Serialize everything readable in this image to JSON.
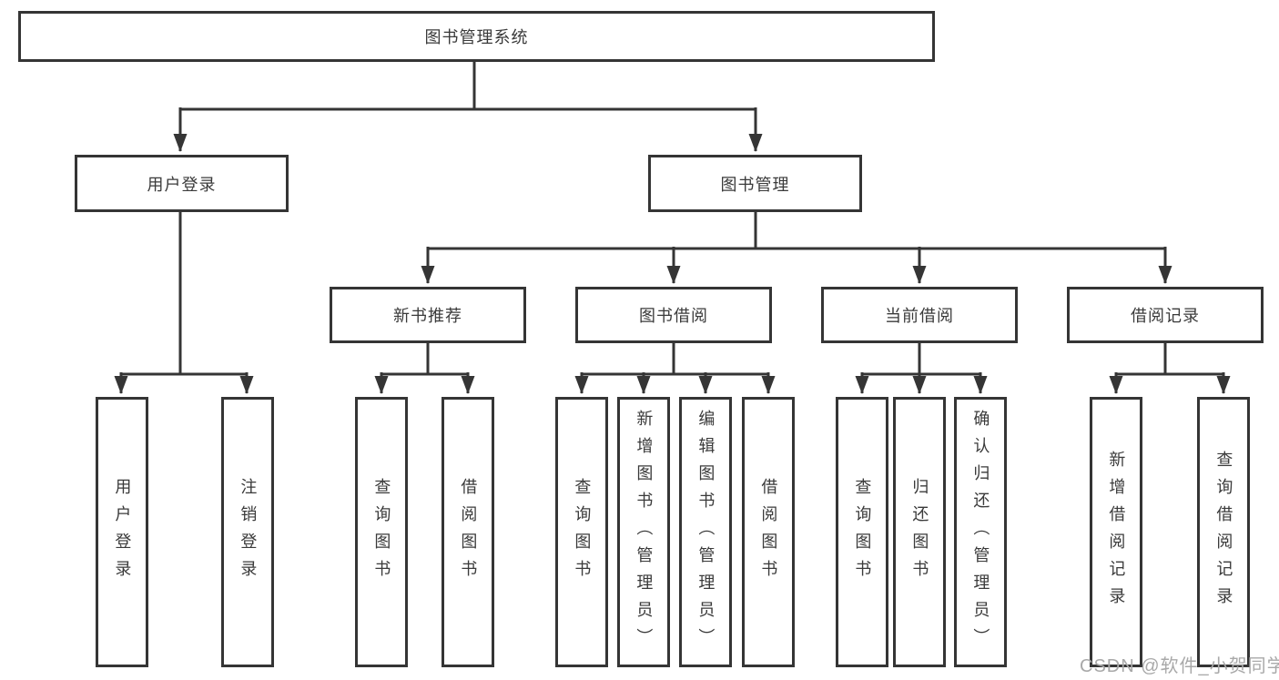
{
  "diagram_title": "图书管理系统",
  "tree": {
    "label": "图书管理系统",
    "children": [
      {
        "label": "用户登录",
        "children": [
          {
            "label": "用户登录"
          },
          {
            "label": "注销登录"
          }
        ]
      },
      {
        "label": "图书管理",
        "children": [
          {
            "label": "新书推荐",
            "children": [
              {
                "label": "查询图书"
              },
              {
                "label": "借阅图书"
              }
            ]
          },
          {
            "label": "图书借阅",
            "children": [
              {
                "label": "查询图书"
              },
              {
                "label": "新增图书（管理员）"
              },
              {
                "label": "编辑图书（管理员）"
              },
              {
                "label": "借阅图书"
              }
            ]
          },
          {
            "label": "当前借阅",
            "children": [
              {
                "label": "查询图书"
              },
              {
                "label": "归还图书"
              },
              {
                "label": "确认归还（管理员）"
              }
            ]
          },
          {
            "label": "借阅记录",
            "children": [
              {
                "label": "新增借阅记录"
              },
              {
                "label": "查询借阅记录"
              }
            ]
          }
        ]
      }
    ]
  },
  "watermark": "CSDN @软件_小贺同学",
  "colors": {
    "line": "#353535",
    "box_border": "#353535",
    "text": "#3a3a3a",
    "watermark": "#a9a9a9",
    "background": "#ffffff"
  }
}
